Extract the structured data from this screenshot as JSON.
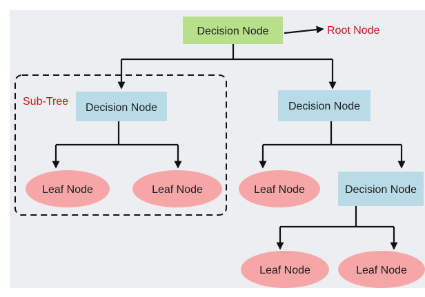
{
  "diagram": {
    "root": {
      "label": "Decision Node",
      "annotation": "Root Node"
    },
    "subtree_label": "Sub-Tree",
    "left_decision": {
      "label": "Decision Node"
    },
    "right_decision": {
      "label": "Decision Node"
    },
    "leaves": {
      "left_left": "Leaf Node",
      "left_right": "Leaf Node",
      "right_leaf": "Leaf Node",
      "bottom_left": "Leaf Node",
      "bottom_right": "Leaf Node"
    },
    "right_sub_decision": {
      "label": "Decision Node"
    }
  },
  "colors": {
    "root_fill": "#b8e08a",
    "decision_fill": "#b9dbe8",
    "leaf_fill": "#f6a6a6",
    "annotation_text": "#c0161b",
    "panel_bg": "#edeef1"
  }
}
